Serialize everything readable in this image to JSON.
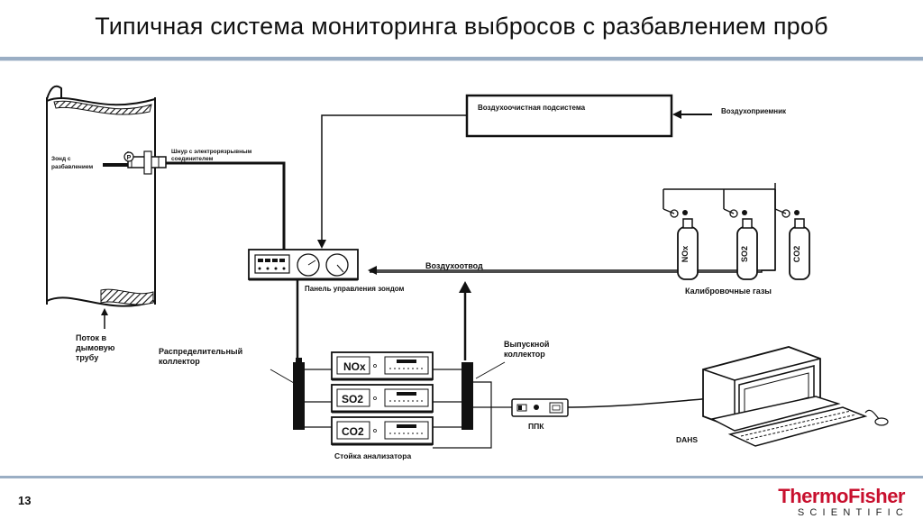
{
  "slide": {
    "title": "Типичная система мониторинга выбросов с разбавлением проб",
    "page_number": "13"
  },
  "logo": {
    "line1": "ThermoFisher",
    "line2": "SCIENTIFIC",
    "color": "#c8102e"
  },
  "diagram": {
    "labels": {
      "probe": [
        "Зонд с",
        "разбавлением"
      ],
      "umbilical": [
        "Шнур с электрорязрывным",
        "соединителем"
      ],
      "stack_flow": [
        "Поток в",
        "дымовую",
        "трубу"
      ],
      "air_cleaning": "Воздухоочистная подсистема",
      "air_intake": "Воздухоприемник",
      "cal_gases": "Калибровочные газы",
      "probe_panel": "Панель управления зондом",
      "exhaust": "Воздухоотвод",
      "distribution_manifold": [
        "Распределительный",
        "коллектор"
      ],
      "exhaust_manifold": [
        "Выпускной",
        "коллектор"
      ],
      "analyzer_rack": "Стойка анализатора",
      "plc": "ППК",
      "dahs": "DAHS",
      "gauge_symbol": "P"
    },
    "cylinders": [
      "NOx",
      "SO2",
      "CO2"
    ],
    "analyzers": [
      "NOx",
      "SO2",
      "CO2"
    ]
  }
}
